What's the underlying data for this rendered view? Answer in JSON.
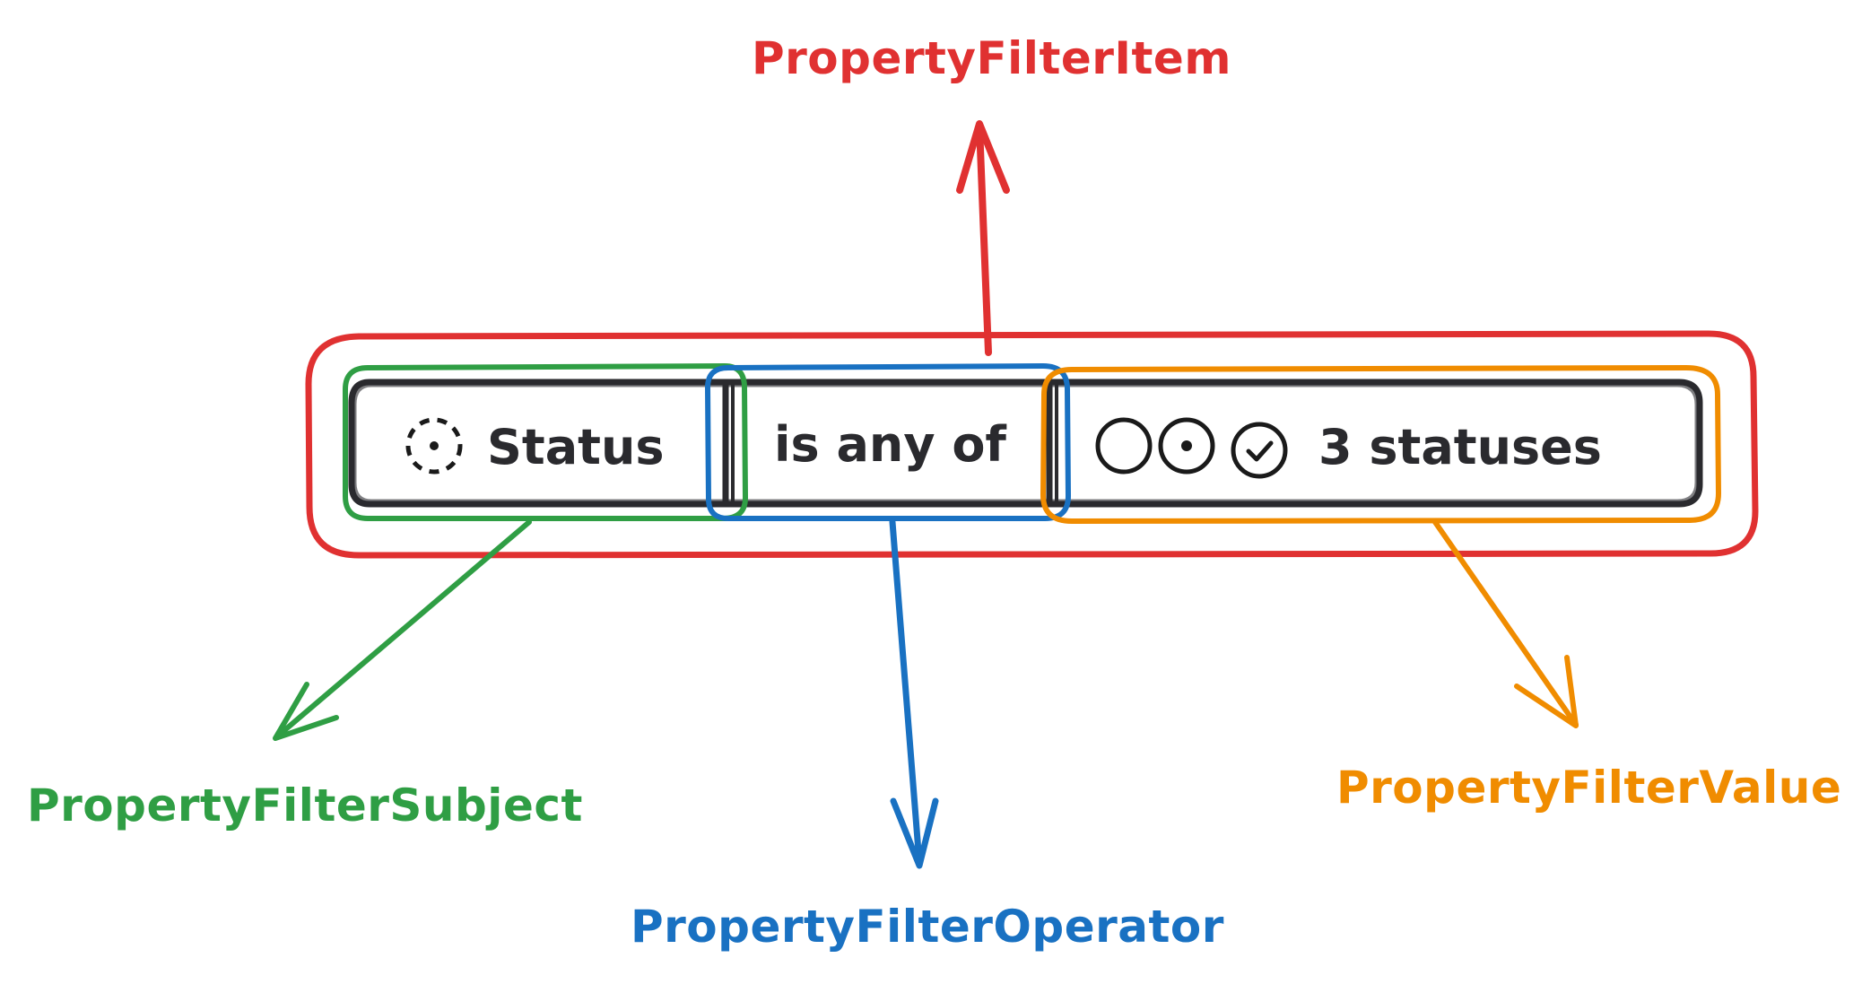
{
  "filter_item": {
    "subject": {
      "icon": "dashed-circle-dot-icon",
      "label": "Status"
    },
    "operator": {
      "label": "is any of"
    },
    "value": {
      "icons": [
        "empty-circle-icon",
        "circle-dot-icon",
        "circle-check-icon"
      ],
      "label": "3 statuses"
    }
  },
  "annotations": {
    "item": {
      "label": "PropertyFilterItem",
      "color": "#e03131"
    },
    "subject": {
      "label": "PropertyFilterSubject",
      "color": "#2f9e44"
    },
    "operator": {
      "label": "PropertyFilterOperator",
      "color": "#1971c2"
    },
    "value": {
      "label": "PropertyFilterValue",
      "color": "#f08c00"
    }
  },
  "colors": {
    "pill_border": "#2a2a2e",
    "background": "#ffffff"
  }
}
